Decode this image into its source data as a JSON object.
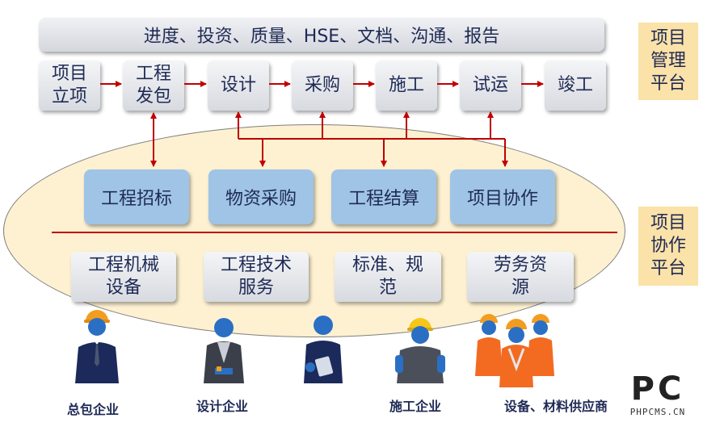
{
  "management_platform": {
    "banner": "进度、投资、质量、HSE、文档、沟通、报告",
    "steps": [
      {
        "line1": "项目",
        "line2": "立项"
      },
      {
        "line1": "工程",
        "line2": "发包"
      },
      {
        "line1": "设计",
        "line2": ""
      },
      {
        "line1": "采购",
        "line2": ""
      },
      {
        "line1": "施工",
        "line2": ""
      },
      {
        "line1": "试运",
        "line2": ""
      },
      {
        "line1": "竣工",
        "line2": ""
      }
    ],
    "label": {
      "line1": "项目",
      "line2": "管理",
      "line3": "平台"
    }
  },
  "collaboration_platform": {
    "services": [
      "工程招标",
      "物资采购",
      "工程结算",
      "项目协作"
    ],
    "resources": [
      {
        "line1": "工程机械",
        "line2": "设备"
      },
      {
        "line1": "工程技术",
        "line2": "服务"
      },
      {
        "line1": "标准、规",
        "line2": "范"
      },
      {
        "line1": "劳务资",
        "line2": "源"
      }
    ],
    "label": {
      "line1": "项目",
      "line2": "协作",
      "line3": "平台"
    }
  },
  "roles": [
    "总包企业",
    "设计企业",
    "施工企业",
    "设备、材料供应商"
  ],
  "watermark": {
    "logo": "PC",
    "text": "PHPCMS.CN"
  },
  "colors": {
    "arrow": "#c00000",
    "ellipse_fill": "#fdf1d2",
    "blue_box": "#9fc4e6",
    "side_label": "#fbe2a8",
    "text": "#1f2a55"
  }
}
